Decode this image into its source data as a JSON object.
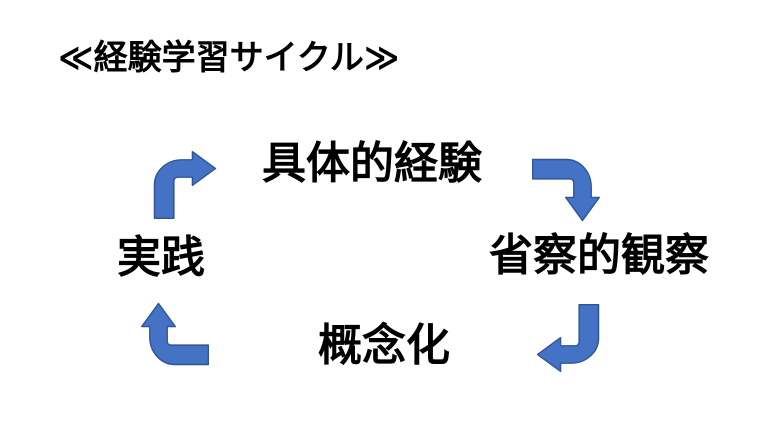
{
  "title": "≪経験学習サイクル≫",
  "colors": {
    "background": "#ffffff",
    "text": "#000000",
    "arrow_fill": "#4472C4",
    "arrow_stroke": "#2F5597"
  },
  "stages": [
    {
      "id": "concrete-experience",
      "label": "具体的経験",
      "position": "top"
    },
    {
      "id": "reflective-observation",
      "label": "省察的観察",
      "position": "right"
    },
    {
      "id": "conceptualization",
      "label": "概念化",
      "position": "bottom"
    },
    {
      "id": "practice",
      "label": "実践",
      "position": "left"
    }
  ],
  "arrows": [
    {
      "name": "practice-to-experience",
      "direction": "up-then-right"
    },
    {
      "name": "experience-to-observation",
      "direction": "right-then-down"
    },
    {
      "name": "observation-to-conceptualization",
      "direction": "down-then-left"
    },
    {
      "name": "conceptualization-to-practice",
      "direction": "left-then-up"
    }
  ]
}
